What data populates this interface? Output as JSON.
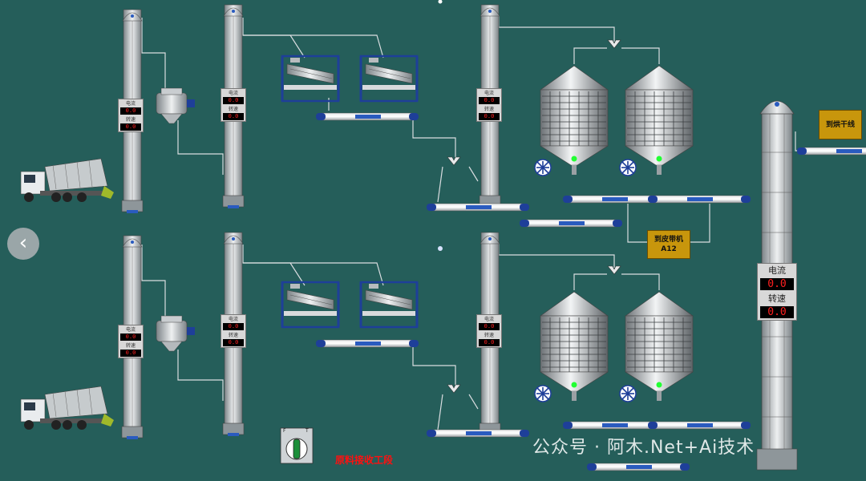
{
  "nav": {
    "back_glyph": "‹"
  },
  "labels": {
    "dryer_line": "到烘干线",
    "belt_top": "到皮带机",
    "belt_bottom": "A12"
  },
  "meters": {
    "current_label": "电流",
    "speed_label": "转速",
    "value": "0.0"
  },
  "switch": {
    "left": "F",
    "right": "T"
  },
  "section_title": "原料接收工段",
  "watermark": "公众号 · 阿木.Net+Ai技术",
  "colors": {
    "background": "#255e5a",
    "belt_cap": "#1e3f99",
    "accent_label": "#c8960c",
    "readout": "#ff2020"
  }
}
